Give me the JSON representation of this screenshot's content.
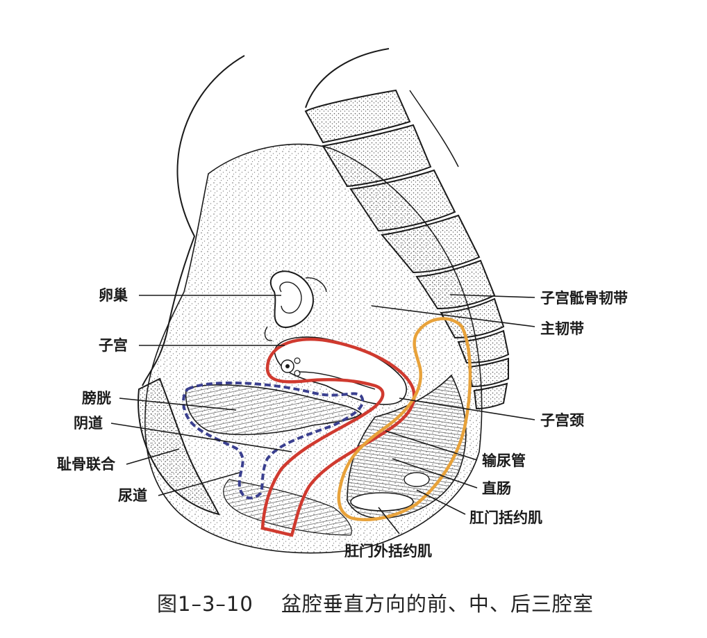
{
  "labels": {
    "ovary": "卵巢",
    "uterus": "子宫",
    "bladder": "膀胱",
    "vagina": "阴道",
    "pubic_symphysis": "耻骨联合",
    "urethra": "尿道",
    "uterosacral_ligament": "子宫骶骨韧带",
    "cardinal_ligament": "主韧带",
    "cervix": "子宫颈",
    "ureter": "输尿管",
    "rectum": "直肠",
    "anal_sphincter": "肛门括约肌",
    "external_anal_sphincter": "肛门外括约肌"
  },
  "caption": {
    "number": "图1–3–10",
    "title": "盆腔垂直方向的前、中、后三腔室"
  },
  "colors": {
    "anterior_compartment": "#3a3f8f",
    "middle_compartment": "#d03a2f",
    "posterior_compartment": "#e8a23a",
    "line": "#1a1a1a",
    "stipple": "#7a7a7a"
  }
}
